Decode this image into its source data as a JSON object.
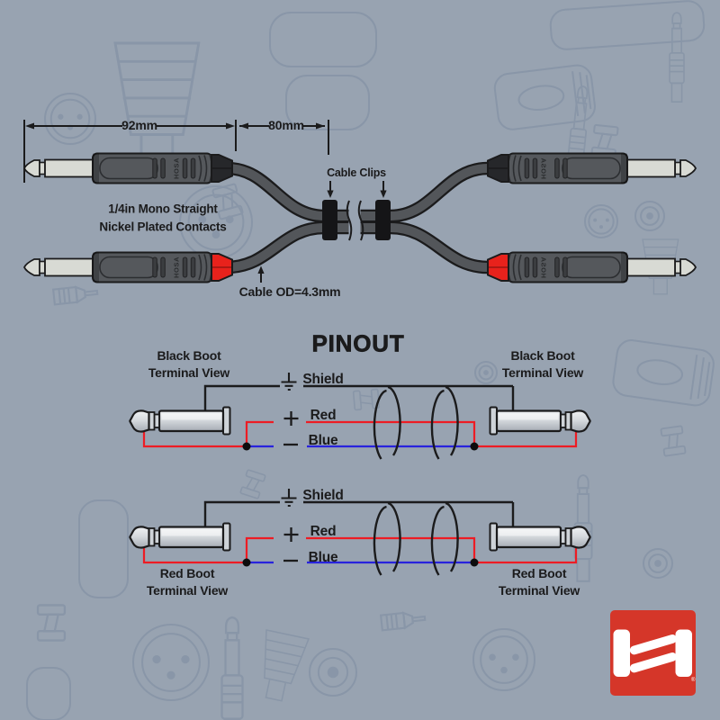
{
  "colors": {
    "background": "#98a3b1",
    "pattern_line": "#76879c",
    "ink": "#1b1b1c",
    "cable_fill": "#53565a",
    "body_fill": "#55585c",
    "body_detail": "#2c2e31",
    "silver": "#d8dad4",
    "boot_black": "#26272a",
    "boot_red": "#e8221c",
    "clip_black": "#151517",
    "plug_steel_light": "#eff1f3",
    "plug_steel_dark": "#a6acb4",
    "plug_steel_flange": "#ced3d8",
    "wire_red": "#ed1c24",
    "wire_blue": "#2823dd",
    "junction_dot": "#0d0d0d",
    "logo_red": "#d53629",
    "logo_white": "#ffffff",
    "text": "#1b1b1c"
  },
  "top_diagram": {
    "dim_left_label": "92mm",
    "dim_right_label": "80mm",
    "clips_label": "Cable Clips",
    "connector_note_line1": "1/4in Mono Straight",
    "connector_note_line2": "Nickel Plated Contacts",
    "cable_note": "Cable OD=4.3mm",
    "brand_mark": "HOSA"
  },
  "pinout": {
    "title": "PINOUT",
    "conductors": [
      {
        "symbol": "ground-icon",
        "label": "Shield"
      },
      {
        "symbol": "plus-icon",
        "label": "Red"
      },
      {
        "symbol": "minus-icon",
        "label": "Blue"
      }
    ],
    "rows": [
      {
        "left_title_line1": "Black Boot",
        "left_title_line2": "Terminal View",
        "right_title_line1": "Black Boot",
        "right_title_line2": "Terminal View"
      },
      {
        "left_title_line1": "Red Boot",
        "left_title_line2": "Terminal View",
        "right_title_line1": "Red Boot",
        "right_title_line2": "Terminal View"
      }
    ]
  },
  "logo": {
    "alt": "Hosa",
    "registered_mark": "®"
  }
}
